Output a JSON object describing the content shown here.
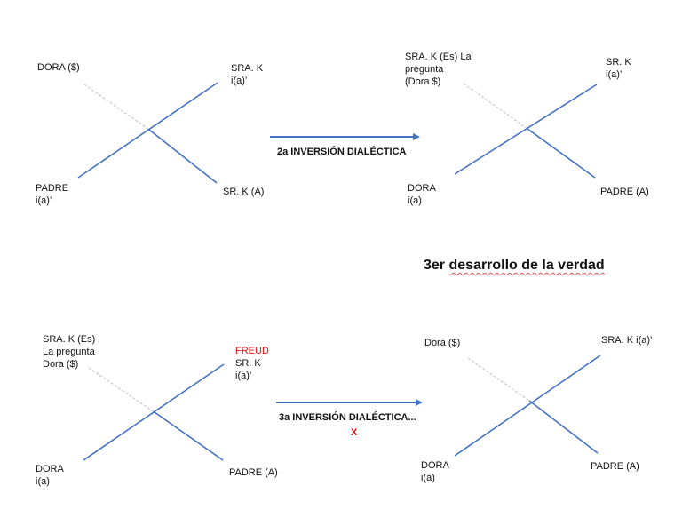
{
  "colors": {
    "line": "#4472c4",
    "dashed": "#bfbfbf",
    "red": "#e01010",
    "text": "#111111"
  },
  "diagram1": {
    "top_left": "DORA ($)",
    "top_right": "SRA. K\ni(a)’",
    "bottom_left": "PADRE\ni(a)’",
    "bottom_right": "SR. K (A)"
  },
  "arrow1": {
    "label": "2a INVERSIÓN DIALÉCTICA"
  },
  "diagram2": {
    "top_left": "SRA. K (Es) La\npregunta\n(Dora $)",
    "top_right": "SR. K\ni(a)’",
    "bottom_left": "DORA\ni(a)",
    "bottom_right": "PADRE (A)"
  },
  "heading": {
    "text_plain": "3er ",
    "text_underlined": "desarrollo de la verdad"
  },
  "diagram3": {
    "top_left": "SRA. K (Es)\nLa pregunta\nDora ($)",
    "top_right_red": "FREUD",
    "top_right": "SR. K\ni(a)’",
    "bottom_left": "DORA\ni(a)",
    "bottom_right": "PADRE (A)"
  },
  "arrow2": {
    "label": "3a INVERSIÓN DIALÉCTICA...",
    "mark": "X"
  },
  "diagram4": {
    "top_left": "Dora ($)",
    "top_right": "SRA. K i(a)’",
    "bottom_left": "DORA\ni(a)",
    "bottom_right": "PADRE (A)"
  }
}
